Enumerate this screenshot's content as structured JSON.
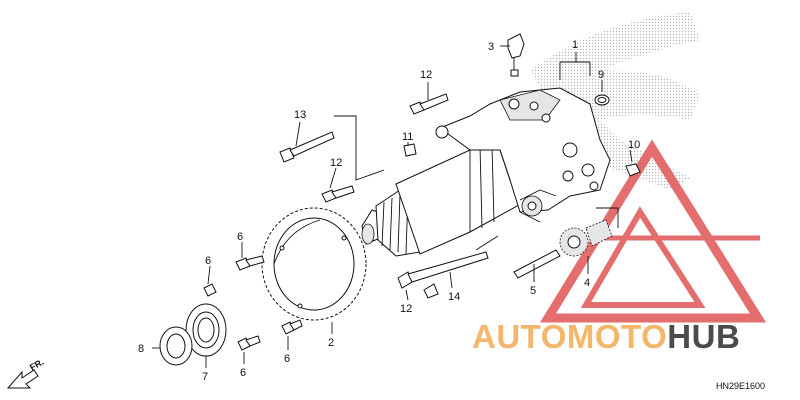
{
  "diagram": {
    "callouts": {
      "c1": "1",
      "c2": "2",
      "c3": "3",
      "c4": "4",
      "c5": "5",
      "c6a": "6",
      "c6b": "6",
      "c6c": "6",
      "c6d": "6",
      "c7": "7",
      "c8": "8",
      "c9": "9",
      "c10": "10",
      "c11": "11",
      "c12a": "12",
      "c12b": "12",
      "c12c": "12",
      "c13": "13",
      "c14": "14"
    },
    "direction_label": "FR.",
    "figure_code": "HN29E1600"
  },
  "watermark": {
    "brand_part1": "AUTOMOTO",
    "brand_part2": "HUB",
    "colors": {
      "triangle": "#e05555",
      "text_light": "#f3b66a",
      "text_dark": "#4b4b4b"
    }
  }
}
